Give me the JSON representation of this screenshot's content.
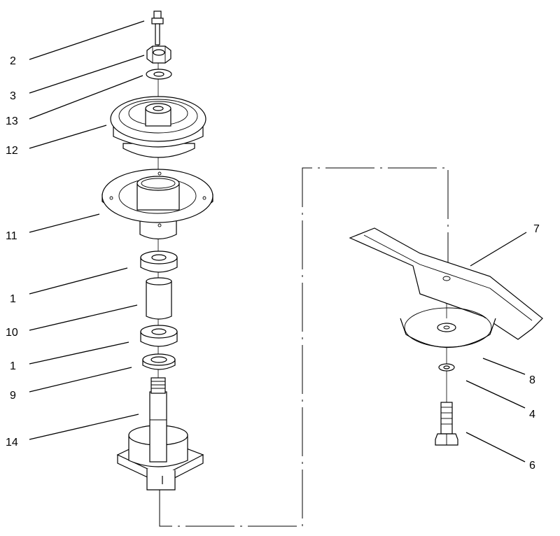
{
  "callouts": [
    {
      "id": "c-2a",
      "text": "2"
    },
    {
      "id": "c-3",
      "text": "3"
    },
    {
      "id": "c-13",
      "text": "13"
    },
    {
      "id": "c-12",
      "text": "12"
    },
    {
      "id": "c-11",
      "text": "11"
    },
    {
      "id": "c-1a",
      "text": "1"
    },
    {
      "id": "c-10",
      "text": "10"
    },
    {
      "id": "c-1b",
      "text": "1"
    },
    {
      "id": "c-9",
      "text": "9"
    },
    {
      "id": "c-14",
      "text": "14"
    },
    {
      "id": "c-7",
      "text": "7"
    },
    {
      "id": "c-8",
      "text": "8"
    },
    {
      "id": "c-4",
      "text": "4"
    },
    {
      "id": "c-6",
      "text": "6"
    }
  ]
}
